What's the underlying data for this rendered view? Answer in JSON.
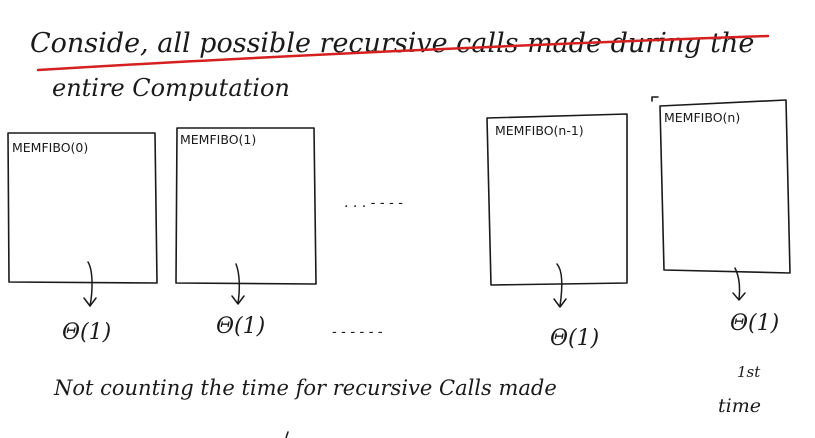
{
  "heading": {
    "line1": "Conside, all possible recursive calls made during the",
    "line2": "entire Computation",
    "underline_color": "#d62020"
  },
  "boxes": [
    {
      "label": "MEMFIBO(0)",
      "cost": "Θ(1)"
    },
    {
      "label": "MEMFIBO(1)",
      "cost": "Θ(1)"
    },
    {
      "label": "MEMFIBO(n-1)",
      "cost": "Θ(1)"
    },
    {
      "label": "MEMFIBO(n)",
      "cost": "Θ(1)"
    }
  ],
  "ellipsis_boxes": ". . .   - - - -",
  "ellipsis_costs": "- - -  - - -",
  "footnote": {
    "main": "Not counting the time for recursive Calls made",
    "superscript": "1st",
    "tail": "time"
  },
  "ink_color": "#1a1a1a"
}
